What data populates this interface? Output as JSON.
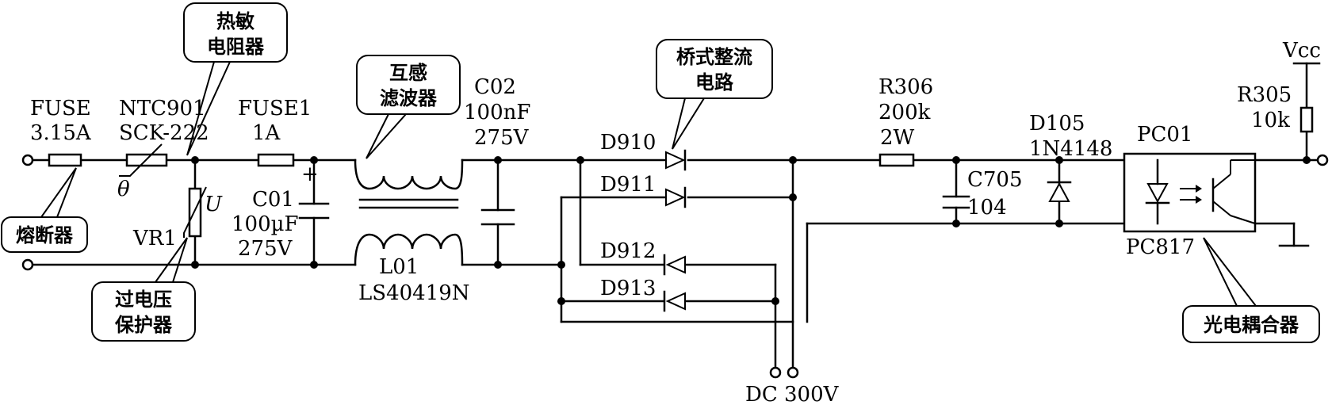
{
  "labels": {
    "fuse": "FUSE",
    "fuse_value": "3.15A",
    "ntc": "NTC901",
    "ntc_value": "SCK-222",
    "theta": "θ",
    "fuse1": "FUSE1",
    "fuse1_value": "1A",
    "vr1": "VR1",
    "u": "U",
    "c01": "C01",
    "c01_value": "100µF",
    "c01_voltage": "275V",
    "c01_plus": "+",
    "l01": "L01",
    "l01_value": "LS40419N",
    "c02": "C02",
    "c02_value": "100nF",
    "c02_voltage": "275V",
    "d910": "D910",
    "d911": "D911",
    "d912": "D912",
    "d913": "D913",
    "dc": "DC 300V",
    "r306": "R306",
    "r306_value": "200k",
    "r306_power": "2W",
    "c705": "C705",
    "c705_value": "104",
    "d105": "D105",
    "d105_value": "1N4148",
    "pc01": "PC01",
    "pc817": "PC817",
    "r305": "R305",
    "r305_value": "10k",
    "vcc": "Vcc"
  },
  "callouts": {
    "thermistor_l1": "热敏",
    "thermistor_l2": "电阻器",
    "fuse": "熔断器",
    "overvoltage_l1": "过电压",
    "overvoltage_l2": "保护器",
    "filter_l1": "互感",
    "filter_l2": "滤波器",
    "bridge_l1": "桥式整流",
    "bridge_l2": "电路",
    "optocoupler": "光电耦合器"
  }
}
